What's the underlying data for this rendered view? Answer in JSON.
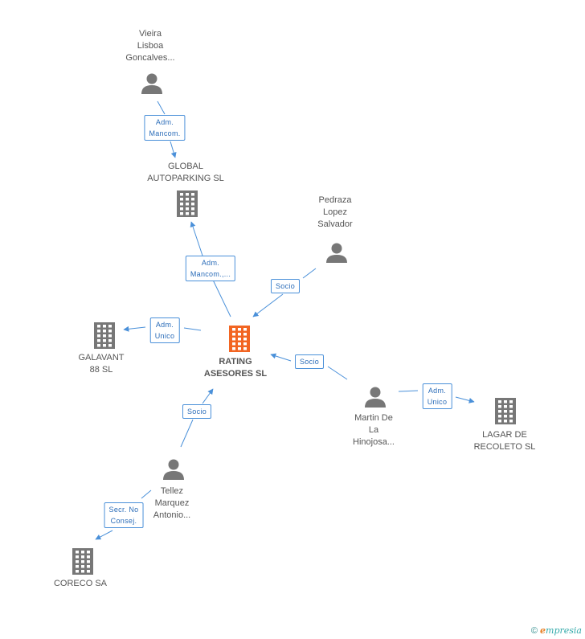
{
  "nodes": {
    "rating": {
      "label": "RATING\nASESORES SL",
      "type": "company",
      "highlight": true
    },
    "global": {
      "label": "GLOBAL\nAUTOPARKING SL",
      "type": "company"
    },
    "galavant": {
      "label": "GALAVANT\n88 SL",
      "type": "company"
    },
    "lagar": {
      "label": "LAGAR DE\nRECOLETO SL",
      "type": "company"
    },
    "coreco": {
      "label": "CORECO SA",
      "type": "company"
    },
    "vieira": {
      "label": "Vieira\nLisboa\nGoncalves...",
      "type": "person"
    },
    "pedraza": {
      "label": "Pedraza\nLopez\nSalvador",
      "type": "person"
    },
    "martin": {
      "label": "Martin De\nLa\nHinojosa...",
      "type": "person"
    },
    "tellez": {
      "label": "Tellez\nMarquez\nAntonio...",
      "type": "person"
    }
  },
  "edges": [
    {
      "id": "e1",
      "label": "Adm.\nMancom."
    },
    {
      "id": "e2",
      "label": "Adm.\nMancom.,..."
    },
    {
      "id": "e3",
      "label": "Socio"
    },
    {
      "id": "e4",
      "label": "Adm.\nUnico"
    },
    {
      "id": "e5",
      "label": "Socio"
    },
    {
      "id": "e6",
      "label": "Adm.\nUnico"
    },
    {
      "id": "e7",
      "label": "Socio"
    },
    {
      "id": "e8",
      "label": "Secr.  No\nConsej."
    }
  ],
  "colors": {
    "company": "#777777",
    "highlight": "#f26522",
    "person": "#777777",
    "edge": "#4a90d9"
  },
  "footer": {
    "copyright": "©",
    "brand_e": "e",
    "brand_rest": "mpresia"
  }
}
